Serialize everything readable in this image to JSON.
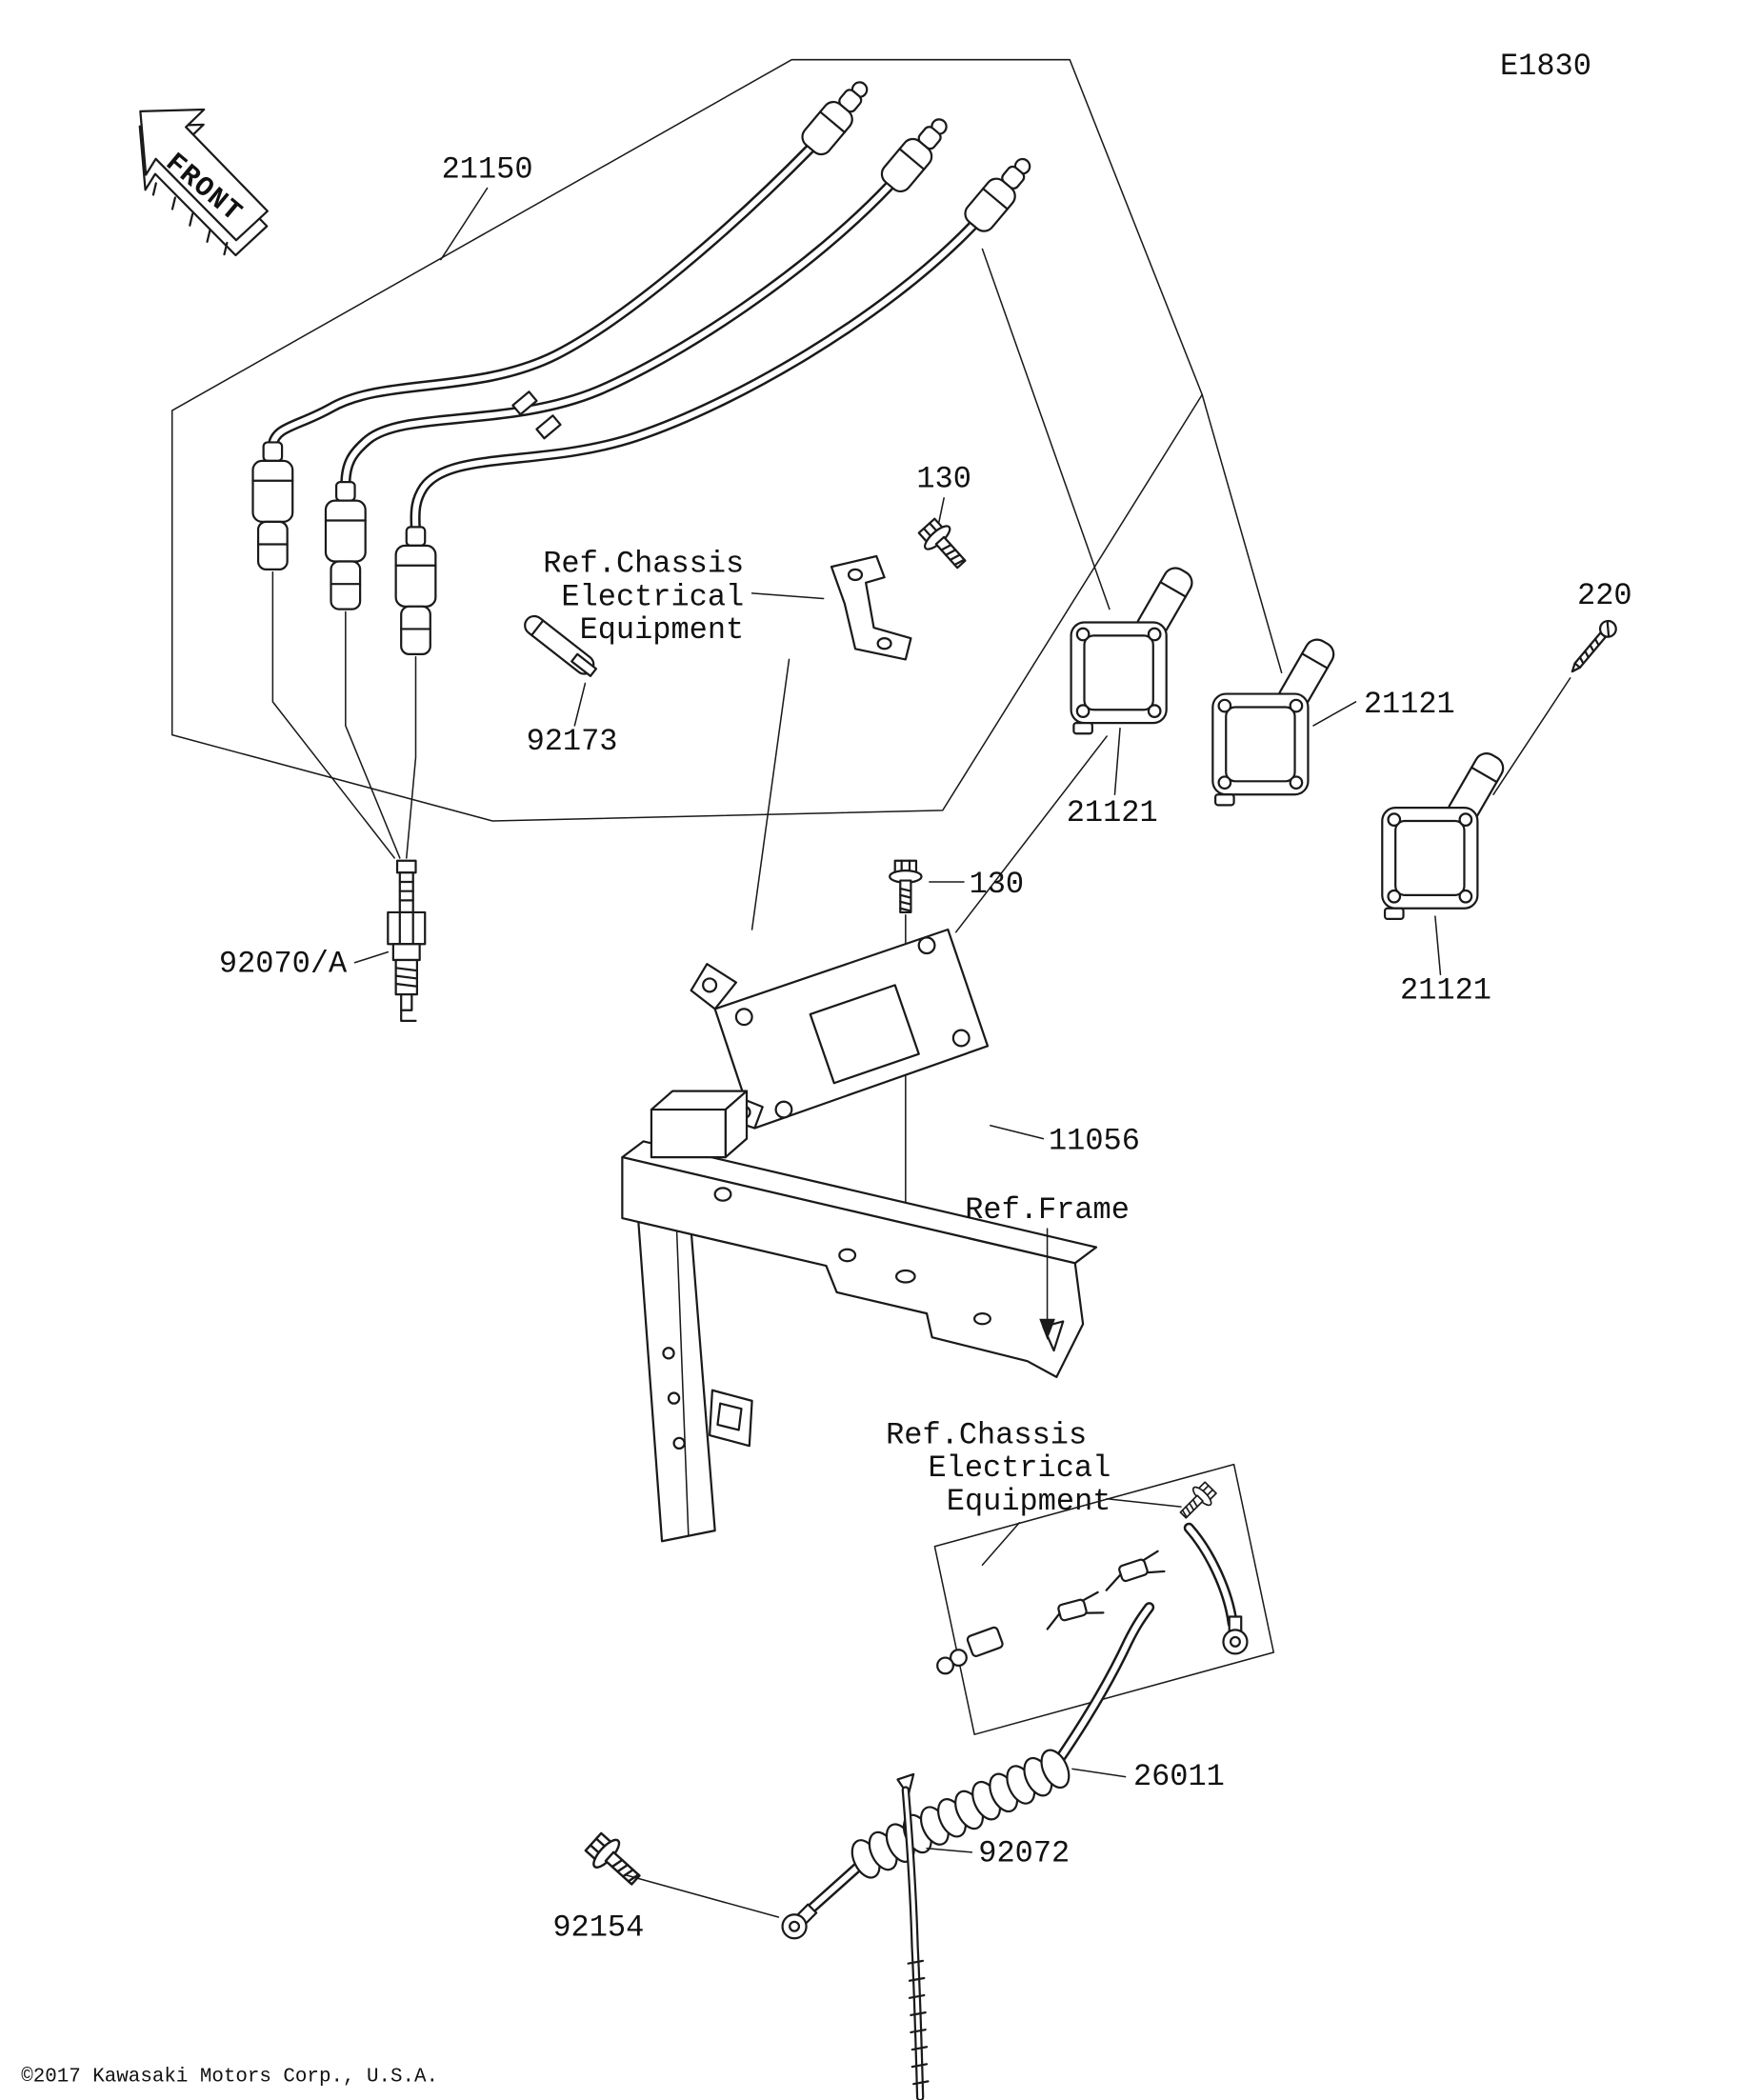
{
  "page": {
    "background": "#ffffff",
    "line_color": "#1a1a1a",
    "diagram_code": "E1830",
    "copyright": "©2017 Kawasaki Motors Corp., U.S.A.",
    "front_arrow_label": "FRONT"
  },
  "part_labels": {
    "spark_plug_leads": "21150",
    "bolt_small": "130",
    "screw_coil": "220",
    "clamp_band": "92173",
    "ignition_coil": "21121",
    "spark_plug": "92070/A",
    "igniter_bracket": "11056",
    "battery_cable": "26011",
    "cable_band": "92072",
    "ground_bolt": "92154"
  },
  "reference_labels": {
    "chassis_line1": "Ref.Chassis",
    "chassis_line2": "Electrical",
    "chassis_line3": "Equipment",
    "frame": "Ref.Frame"
  }
}
